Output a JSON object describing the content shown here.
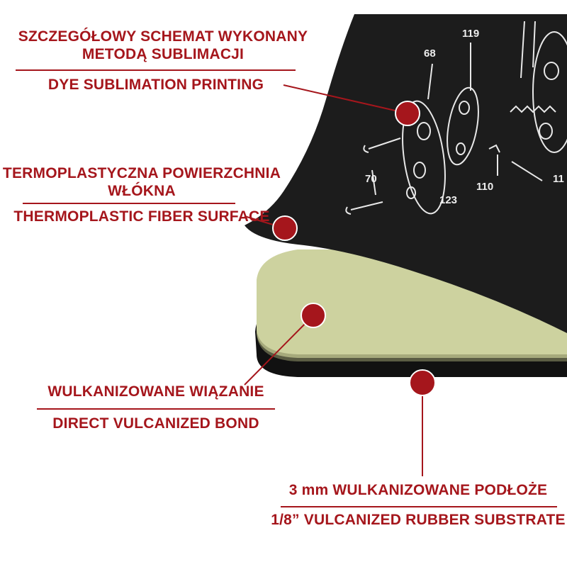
{
  "colors": {
    "accent": "#a5161c",
    "mat_top": "#1b1b1b",
    "mat_khaki": "#cfd3a0",
    "mat_rubber": "#101010",
    "drawing_lines": "#e9e9e9"
  },
  "labels": {
    "sublimation_pl": "SZCZEGÓŁOWY SCHEMAT WYKONANY METODĄ SUBLIMACJI",
    "sublimation_en": "DYE SUBLIMATION PRINTING",
    "surface_pl": "TERMOPLASTYCZNA POWIERZCHNIA WŁÓKNA",
    "surface_en": "THERMOPLASTIC FIBER SURFACE",
    "bond_pl": "WULKANIZOWANE WIĄZANIE",
    "bond_en": "DIRECT VULCANIZED BOND",
    "substrate_pl": "3 mm WULKANIZOWANE PODŁOŻE",
    "substrate_en": "1/8” VULCANIZED RUBBER SUBSTRATE"
  },
  "part_numbers": {
    "p68": "68",
    "p119": "119",
    "p70": "70",
    "p110": "110",
    "p123": "123",
    "p11x": "11"
  }
}
